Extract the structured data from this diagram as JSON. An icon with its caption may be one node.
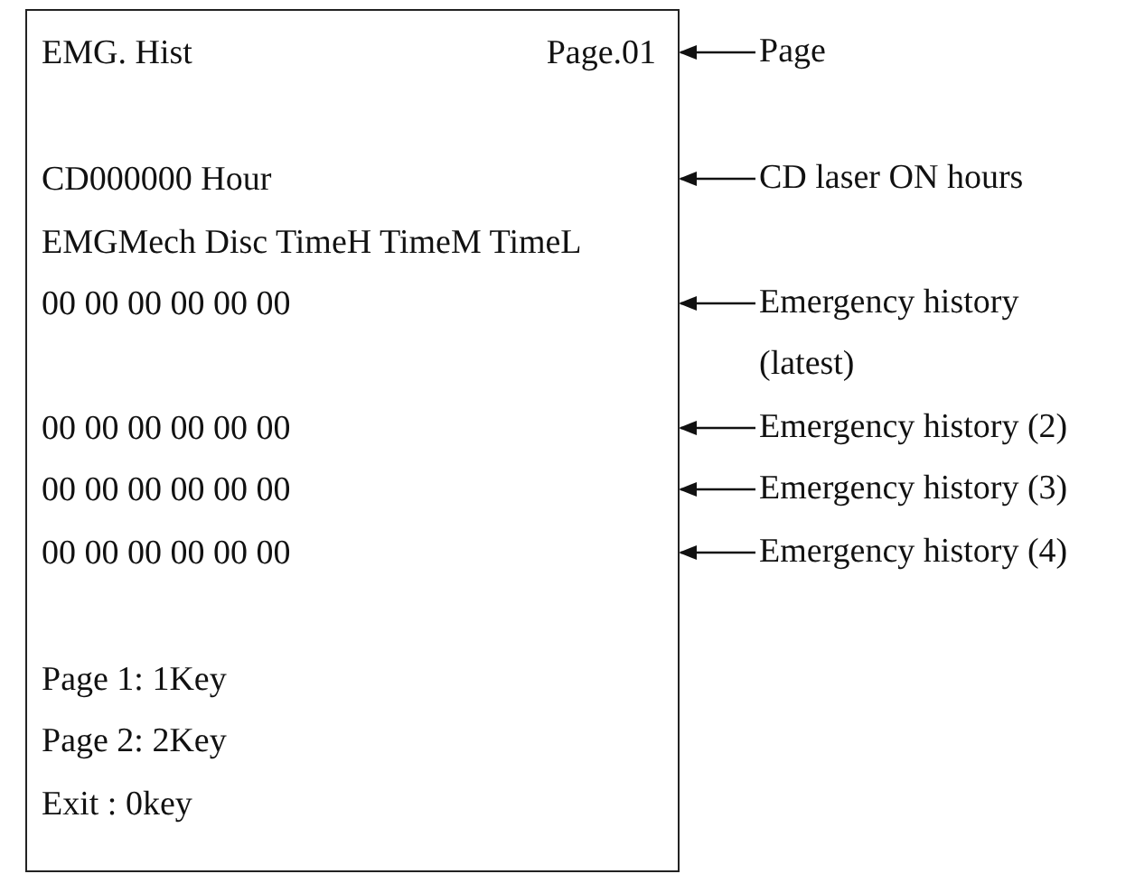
{
  "diagram": {
    "nodes": [
      {
        "text": [
          "EMG. Hist",
          "Page.01",
          "CD000000 Hour",
          "EMGMech Disc TimeH TimeM TimeL",
          "00 00 00 00 00 00",
          "00 00 00 00 00 00",
          "00 00 00 00 00 00",
          "00 00 00 00 00 00",
          "Page 1: 1Key",
          "Page 2: 2Key",
          "Exit : 0key"
        ]
      },
      {
        "text": [
          "Page"
        ]
      },
      {
        "text": [
          "CD laser ON hours"
        ]
      },
      {
        "text": [
          "Emergency history (latest)"
        ]
      },
      {
        "text": [
          "Emergency history (2)"
        ]
      },
      {
        "text": [
          "Emergency history (3)"
        ]
      },
      {
        "text": [
          "Emergency history (4)"
        ]
      }
    ],
    "edges": [
      {
        "from": 1,
        "to": 0,
        "arrow": "to"
      },
      {
        "from": 2,
        "to": 0,
        "arrow": "to"
      },
      {
        "from": 3,
        "to": 0,
        "arrow": "to"
      },
      {
        "from": 4,
        "to": 0,
        "arrow": "to"
      },
      {
        "from": 5,
        "to": 0,
        "arrow": "to"
      },
      {
        "from": 6,
        "to": 0,
        "arrow": "to"
      }
    ]
  }
}
